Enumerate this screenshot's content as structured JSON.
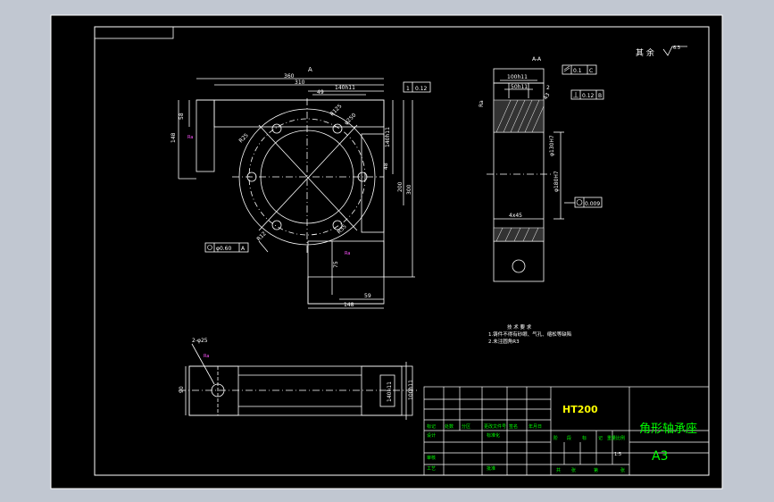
{
  "colors": {
    "background": "#c1c7d1",
    "sheet": "#000000",
    "line": "#ffffff",
    "green": "#00ff00",
    "yellow": "#ffff00",
    "magenta": "#ff55ff",
    "cyan": "#00ffff"
  },
  "drawing": {
    "finish_note": "其 余",
    "finish_value": "6.3",
    "view_a_label": "A",
    "section_label": "A-A",
    "material": "HT200",
    "part_name": "角形轴承座",
    "sheet_size": "A3",
    "scale": "1:5"
  },
  "main_view": {
    "dim_360": "360",
    "dim_310": "310",
    "dim_140": "140h11",
    "dim_49": "49",
    "dim_58": "58",
    "dim_148": "148",
    "dim_r25": "R25",
    "dim_r125": "R125",
    "dim_250": "φ250",
    "dim_200": "200",
    "dim_h11": "140h11",
    "dim_48": "48",
    "dim_300": "300",
    "dim_r12": "R12",
    "dim_75": "75",
    "dim_59": "59",
    "dim_148b": "148",
    "dim_r35": "R35",
    "dim_ra": "Ra",
    "tol_1": "1",
    "tol_val": "0.12",
    "pos_tol": "φ0.60",
    "pos_ref": "A"
  },
  "section_view": {
    "dim_100": "100h11",
    "dim_50": "50h11",
    "dim_2": "2",
    "tol_par": "0.1",
    "tol_par_ref": "C",
    "tol_perp": "0.12",
    "tol_perp_ref": "B",
    "dim_43": "43",
    "dim_phi": "φ180H7",
    "dim_4x45": "4x45",
    "cyl_tol": "0.009",
    "dim_side": "φ130H7"
  },
  "bottom_view": {
    "holes": "2-φ25",
    "dim_90": "90",
    "dim_a": "140h11",
    "dim_b": "100h11"
  },
  "notes": {
    "title": "技 术 要 求",
    "line1": "1.铸件不得有砂眼、气孔、缩松等缺陷",
    "line2": "2.未注圆角R3"
  },
  "title_block": {
    "r1": [
      "标记",
      "处数",
      "分区",
      "更改文件号",
      "签名",
      "年月日"
    ],
    "r2": [
      "设计",
      "",
      "",
      "标准化",
      "",
      ""
    ],
    "r3": [
      "审核",
      "",
      "",
      "",
      "",
      ""
    ],
    "r4": [
      "工艺",
      "",
      "",
      "批准",
      "",
      ""
    ],
    "stage_cols": [
      "阶",
      "段",
      "标",
      "记",
      "重量",
      "比例"
    ],
    "footer": [
      "共",
      "张",
      "第",
      "张"
    ]
  }
}
